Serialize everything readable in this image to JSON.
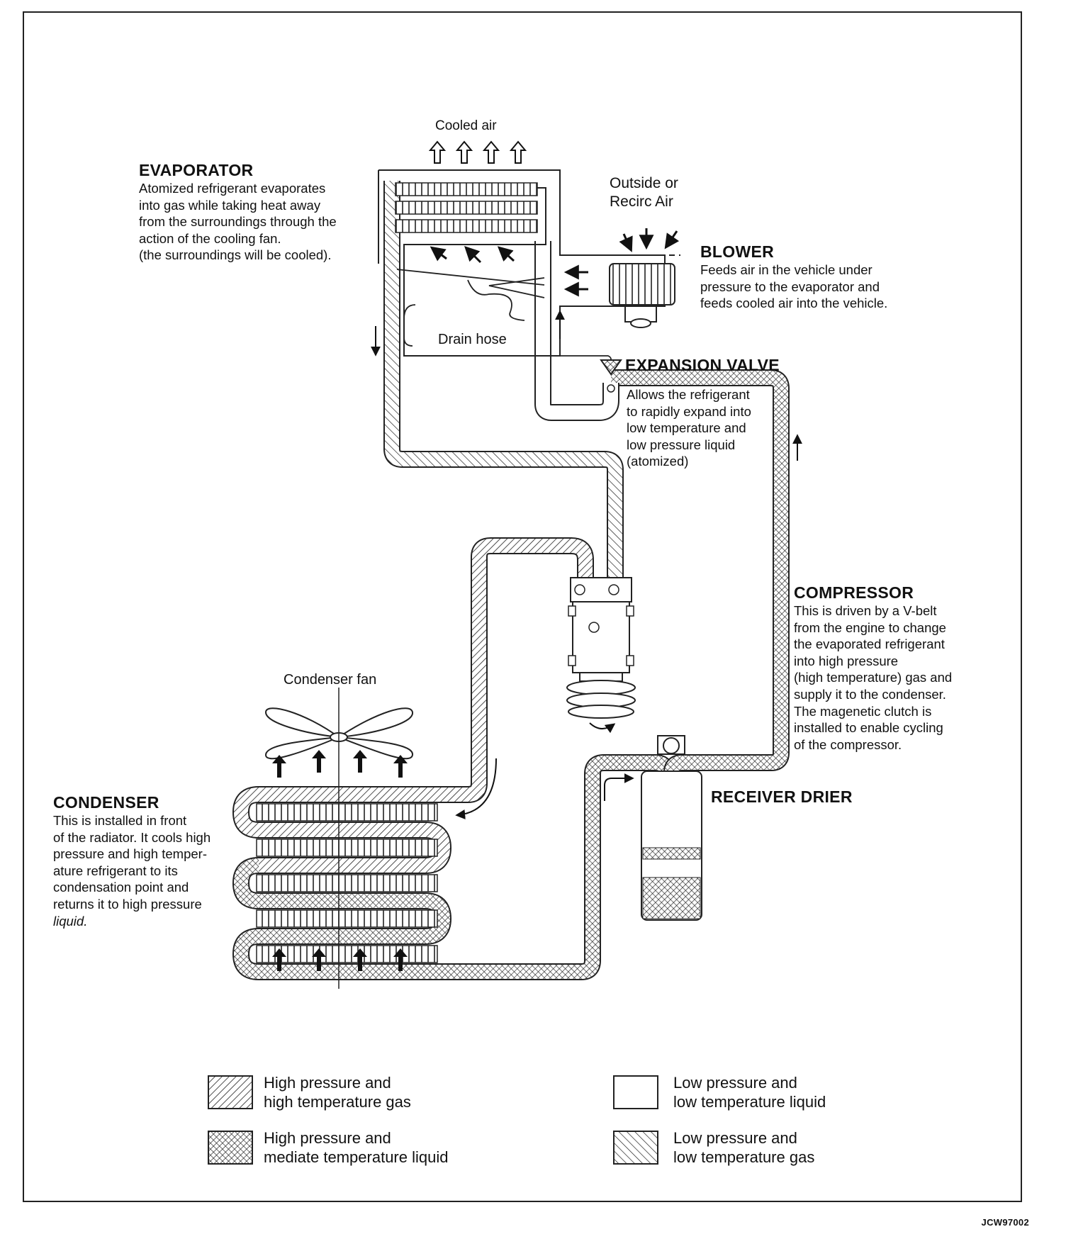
{
  "labels": {
    "cooled_air": "Cooled air",
    "outside_air": [
      "Outside or",
      "Recirc Air"
    ],
    "drain_hose": "Drain hose",
    "condenser_fan": "Condenser fan"
  },
  "components": {
    "evaporator": {
      "title": "EVAPORATOR",
      "lines": [
        "Atomized refrigerant evaporates",
        "into gas while taking heat away",
        "from the surroundings through the",
        "action of the cooling fan.",
        "(the surroundings will be cooled)."
      ]
    },
    "blower": {
      "title": "BLOWER",
      "lines": [
        "Feeds air in the vehicle under",
        "pressure to the evaporator and",
        "feeds cooled air into the vehicle."
      ]
    },
    "expansion_valve": {
      "title": "EXPANSION VALVE",
      "lines": [
        "Allows the refrigerant",
        "to rapidly expand into",
        "low temperature and",
        "low pressure liquid",
        "(atomized)"
      ]
    },
    "compressor": {
      "title": "COMPRESSOR",
      "lines": [
        "This is driven by a V-belt",
        "from the engine to change",
        "the evaporated refrigerant",
        "into high pressure",
        "(high temperature) gas and",
        "supply it to the condenser.",
        "The magenetic clutch is",
        "installed to enable cycling",
        "of the compressor."
      ]
    },
    "receiver_drier": {
      "title": "RECEIVER DRIER",
      "lines": []
    },
    "condenser": {
      "title": "CONDENSER",
      "lines": [
        "This is installed in front",
        "of the radiator. It cools high",
        "pressure and high temper-",
        "ature refrigerant to its",
        "condensation point and",
        "returns it to high pressure",
        "liquid."
      ]
    }
  },
  "legend": [
    {
      "pattern": "hp-gas",
      "lines": [
        "High pressure and",
        "high temperature gas"
      ]
    },
    {
      "pattern": "lp-liquid",
      "lines": [
        "Low pressure and",
        "low temperature liquid"
      ]
    },
    {
      "pattern": "hp-liquid",
      "lines": [
        "High pressure and",
        "mediate temperature liquid"
      ]
    },
    {
      "pattern": "lp-gas",
      "lines": [
        "Low pressure and",
        "low temperature gas"
      ]
    }
  ],
  "doc_code": "JCW97002",
  "icons": [
    "hollow-up-arrow-icon",
    "solid-up-arrow-icon",
    "curved-arrow-icon",
    "rotation-arrow-icon"
  ]
}
